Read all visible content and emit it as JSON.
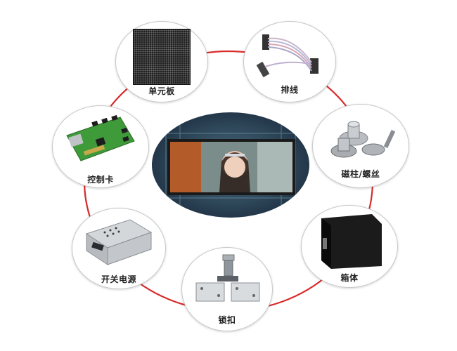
{
  "nodes": [
    {
      "id": "unit-board",
      "label": "单元板",
      "icon": "led-module-icon"
    },
    {
      "id": "cable",
      "label": "排线",
      "icon": "ribbon-cable-icon"
    },
    {
      "id": "magnet",
      "label": "磁柱/螺丝",
      "icon": "magnet-screw-icon"
    },
    {
      "id": "cabinet",
      "label": "箱体",
      "icon": "cabinet-icon"
    },
    {
      "id": "lock",
      "label": "锁扣",
      "icon": "lock-buckle-icon"
    },
    {
      "id": "power",
      "label": "开关电源",
      "icon": "power-supply-icon"
    },
    {
      "id": "card",
      "label": "控制卡",
      "icon": "control-card-icon"
    }
  ],
  "center": {
    "icon": "led-display-screen-icon"
  },
  "colors": {
    "ring": "#d92b2b",
    "node_border": "#c9c9c9",
    "label": "#222222"
  }
}
